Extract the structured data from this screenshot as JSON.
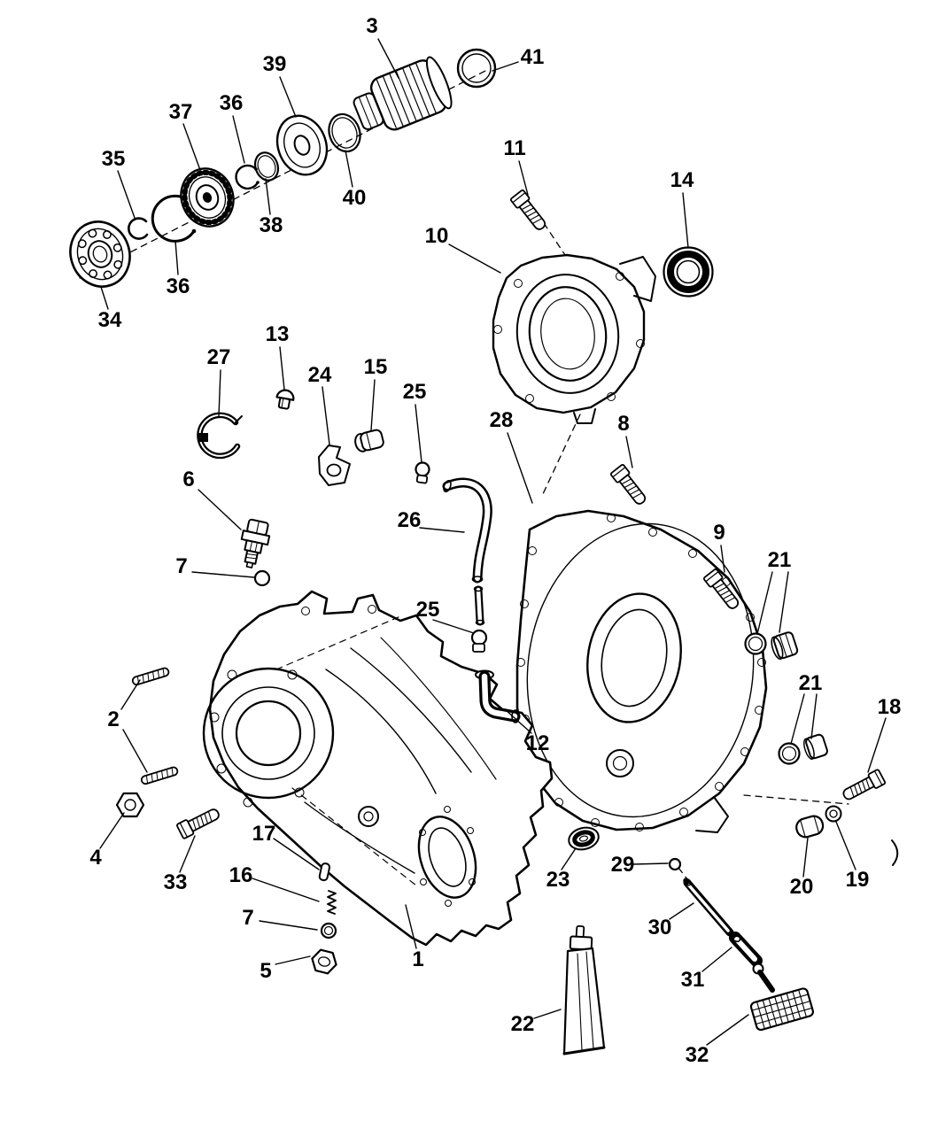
{
  "figure": {
    "background_color": "#ffffff",
    "line_color": "#000000"
  },
  "callouts": [
    {
      "label": "3"
    },
    {
      "label": "41"
    },
    {
      "label": "39"
    },
    {
      "label": "37"
    },
    {
      "label": "36"
    },
    {
      "label": "35"
    },
    {
      "label": "40"
    },
    {
      "label": "38"
    },
    {
      "label": "36"
    },
    {
      "label": "34"
    },
    {
      "label": "11"
    },
    {
      "label": "14"
    },
    {
      "label": "10"
    },
    {
      "label": "13"
    },
    {
      "label": "27"
    },
    {
      "label": "24"
    },
    {
      "label": "15"
    },
    {
      "label": "25"
    },
    {
      "label": "28"
    },
    {
      "label": "8"
    },
    {
      "label": "6"
    },
    {
      "label": "9"
    },
    {
      "label": "21"
    },
    {
      "label": "26"
    },
    {
      "label": "7"
    },
    {
      "label": "25"
    },
    {
      "label": "12"
    },
    {
      "label": "2"
    },
    {
      "label": "21"
    },
    {
      "label": "18"
    },
    {
      "label": "4"
    },
    {
      "label": "33"
    },
    {
      "label": "17"
    },
    {
      "label": "16"
    },
    {
      "label": "7"
    },
    {
      "label": "5"
    },
    {
      "label": "1"
    },
    {
      "label": "23"
    },
    {
      "label": "29"
    },
    {
      "label": "30"
    },
    {
      "label": "31"
    },
    {
      "label": "32"
    },
    {
      "label": "22"
    },
    {
      "label": "20"
    },
    {
      "label": "19"
    }
  ]
}
